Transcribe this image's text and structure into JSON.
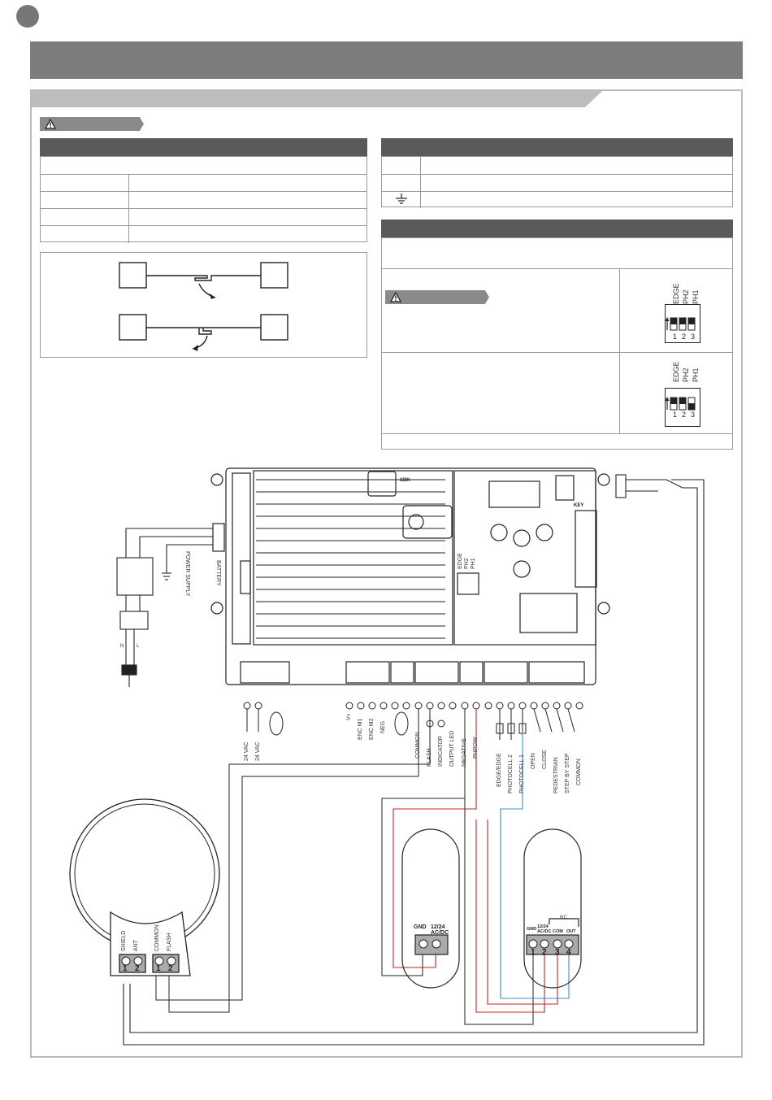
{
  "dip_switch_panel": {
    "labels": [
      "EDGE",
      "PH2",
      "PH1"
    ],
    "positions": [
      "1",
      "2",
      "3"
    ]
  },
  "board": {
    "labels": {
      "sbk": "SBK",
      "key": "KEY",
      "power_supply": "POWER SUPPLY",
      "battery": "BATTERY",
      "dip": [
        "EDGE",
        "PH2",
        "PH1"
      ]
    }
  },
  "mains": {
    "letters": [
      "N",
      "L"
    ]
  },
  "terminals": {
    "left": [
      "24 VAC",
      "24 VAC"
    ],
    "encoder": [
      "V+",
      "ENC M1",
      "ENC M2",
      "NEG"
    ],
    "outputs": [
      "COMMON",
      "FLASH",
      "INDICATOR",
      "OUTPUT LED"
    ],
    "photo_power": [
      "NEGATIVE",
      "PHPOW"
    ],
    "safety": [
      "EDGE/EDGE",
      "PHOTOCELL 2",
      "PHOTOCELL 1"
    ],
    "commands": [
      "OPEN",
      "CLOSE",
      "PEDESTRIAN",
      "STEP BY STEP",
      "COMMON"
    ]
  },
  "flasher": {
    "terminals": [
      "SHIELD",
      "ANT",
      "COMMON",
      "FLASH"
    ],
    "numbers": [
      "1",
      "2",
      "1",
      "2"
    ]
  },
  "photocell_tx": {
    "labels": [
      "GND",
      "12/24 AC/DC"
    ]
  },
  "photocell_rx": {
    "labels": [
      "GND",
      "12/24 AC/DC",
      "COM",
      "OUT"
    ],
    "numbers": [
      "1",
      "2",
      "3",
      "4"
    ],
    "nc": "NC"
  },
  "colors": {
    "red_wire": "#c0262a",
    "blue_wire": "#3d8fd1",
    "header": "#7d7d7d",
    "dark_header": "#5a5a5a"
  }
}
